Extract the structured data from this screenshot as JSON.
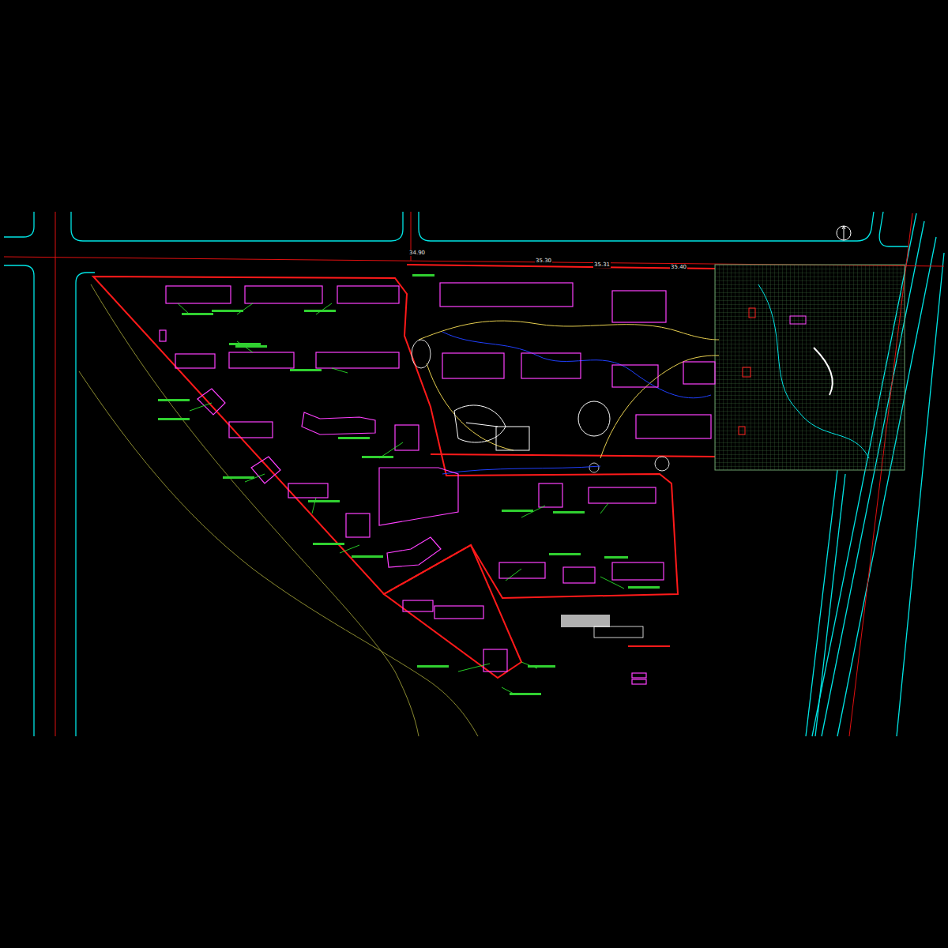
{
  "diagram": {
    "labels": [
      "34.90",
      "35.30",
      "35.31",
      "35.40"
    ]
  }
}
